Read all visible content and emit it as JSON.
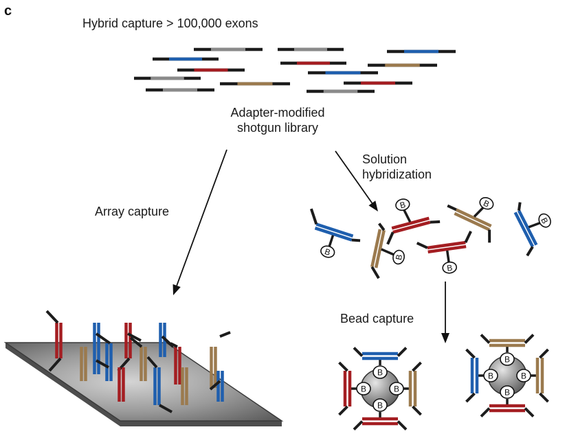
{
  "panel_letter": "c",
  "title": "Hybrid capture  > 100,000 exons",
  "library_label_line1": "Adapter-modified",
  "library_label_line2": "shotgun library",
  "array_label": "Array capture",
  "solution_label_line1": "Solution",
  "solution_label_line2": "hybridization",
  "bead_label": "Bead capture",
  "biotin_letter": "B",
  "colors": {
    "adapter": "#1c1c1c",
    "insert_blue": "#1f5fae",
    "insert_red": "#a41e22",
    "insert_tan": "#9b7a4e",
    "insert_gray": "#8a8a8a",
    "slide_top": "#8e8e8e",
    "slide_edge": "#4a4a4a",
    "bead": "#8c8c8c"
  }
}
